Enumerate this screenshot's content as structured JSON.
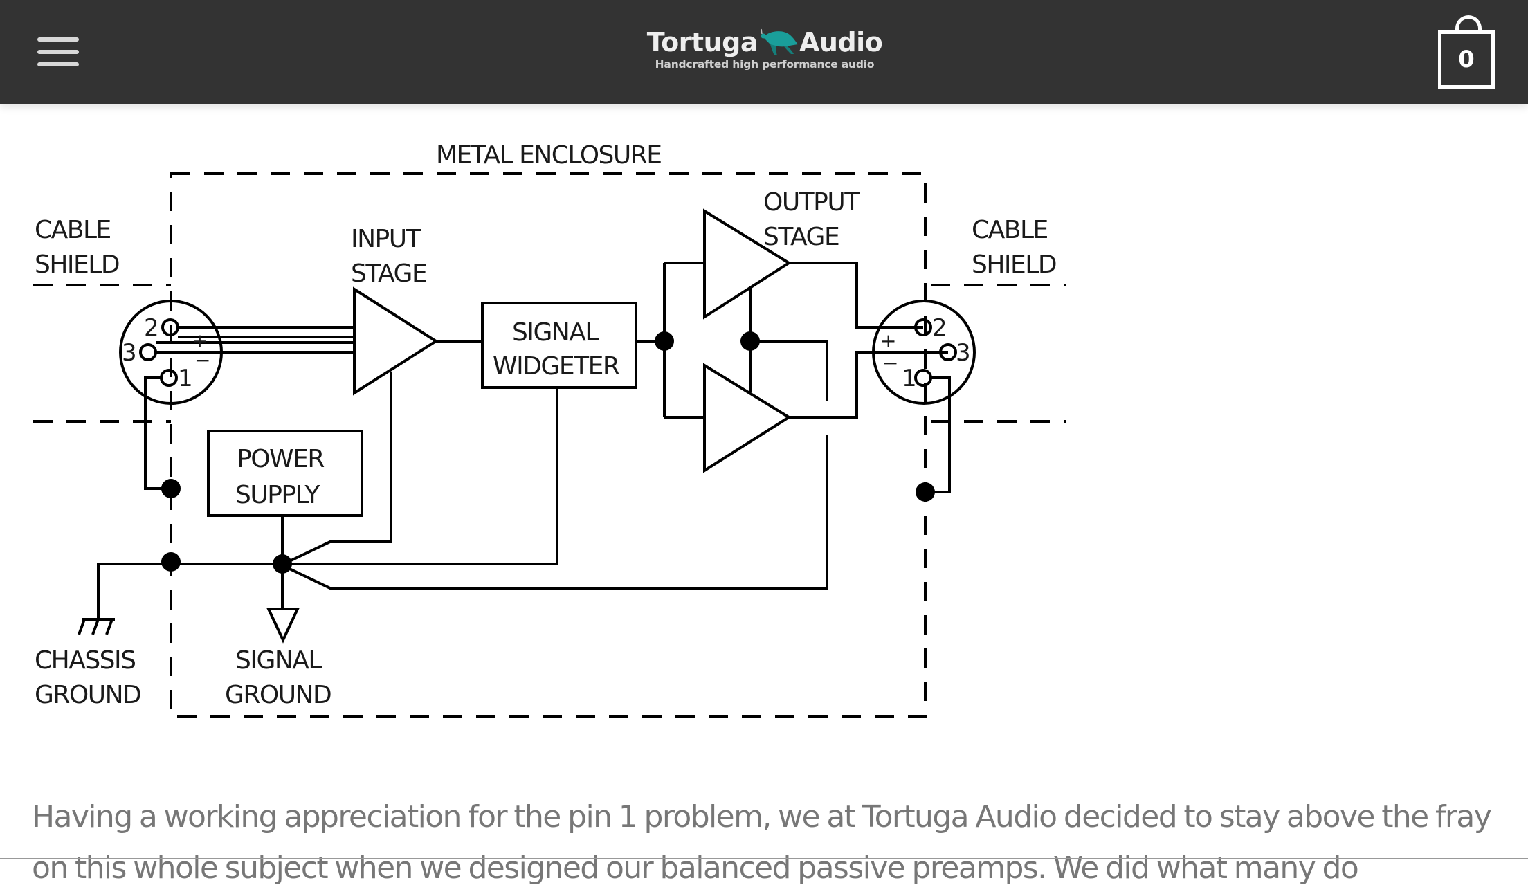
{
  "header": {
    "menu_icon": "hamburger-menu-icon",
    "brand_left": "Tortuga",
    "brand_right": "Audio",
    "brand_icon": "sea-turtle-logo-icon",
    "tagline": "Handcrafted high performance audio",
    "cart_icon": "shopping-bag-icon",
    "cart_count": "0",
    "colors": {
      "bar": "#333333",
      "logo_accent": "#1a9e9a"
    }
  },
  "diagram": {
    "enclosure_label": "METAL ENCLOSURE",
    "left_cable_shield": [
      "CABLE",
      "SHIELD"
    ],
    "right_cable_shield": [
      "CABLE",
      "SHIELD"
    ],
    "input_stage": [
      "INPUT",
      "STAGE"
    ],
    "output_stage": [
      "OUTPUT",
      "STAGE"
    ],
    "signal_widgeter": [
      "SIGNAL",
      "WIDGETER"
    ],
    "power_supply": [
      "POWER",
      "SUPPLY"
    ],
    "chassis_ground": [
      "CHASSIS",
      "GROUND"
    ],
    "signal_ground": [
      "SIGNAL",
      "GROUND"
    ],
    "left_connector_pins": {
      "pin2": "2",
      "pin3": "3",
      "pin1": "1",
      "plus": "+",
      "minus": "−"
    },
    "right_connector_pins": {
      "pin2": "2",
      "pin3": "3",
      "pin1": "1",
      "plus": "+",
      "minus": "−"
    }
  },
  "article": {
    "paragraph": "Having a working appreciation for the pin 1 problem, we at Tortuga Audio decided to stay above the fray on this whole subject when we designed our balanced passive preamps. We did what many do"
  }
}
